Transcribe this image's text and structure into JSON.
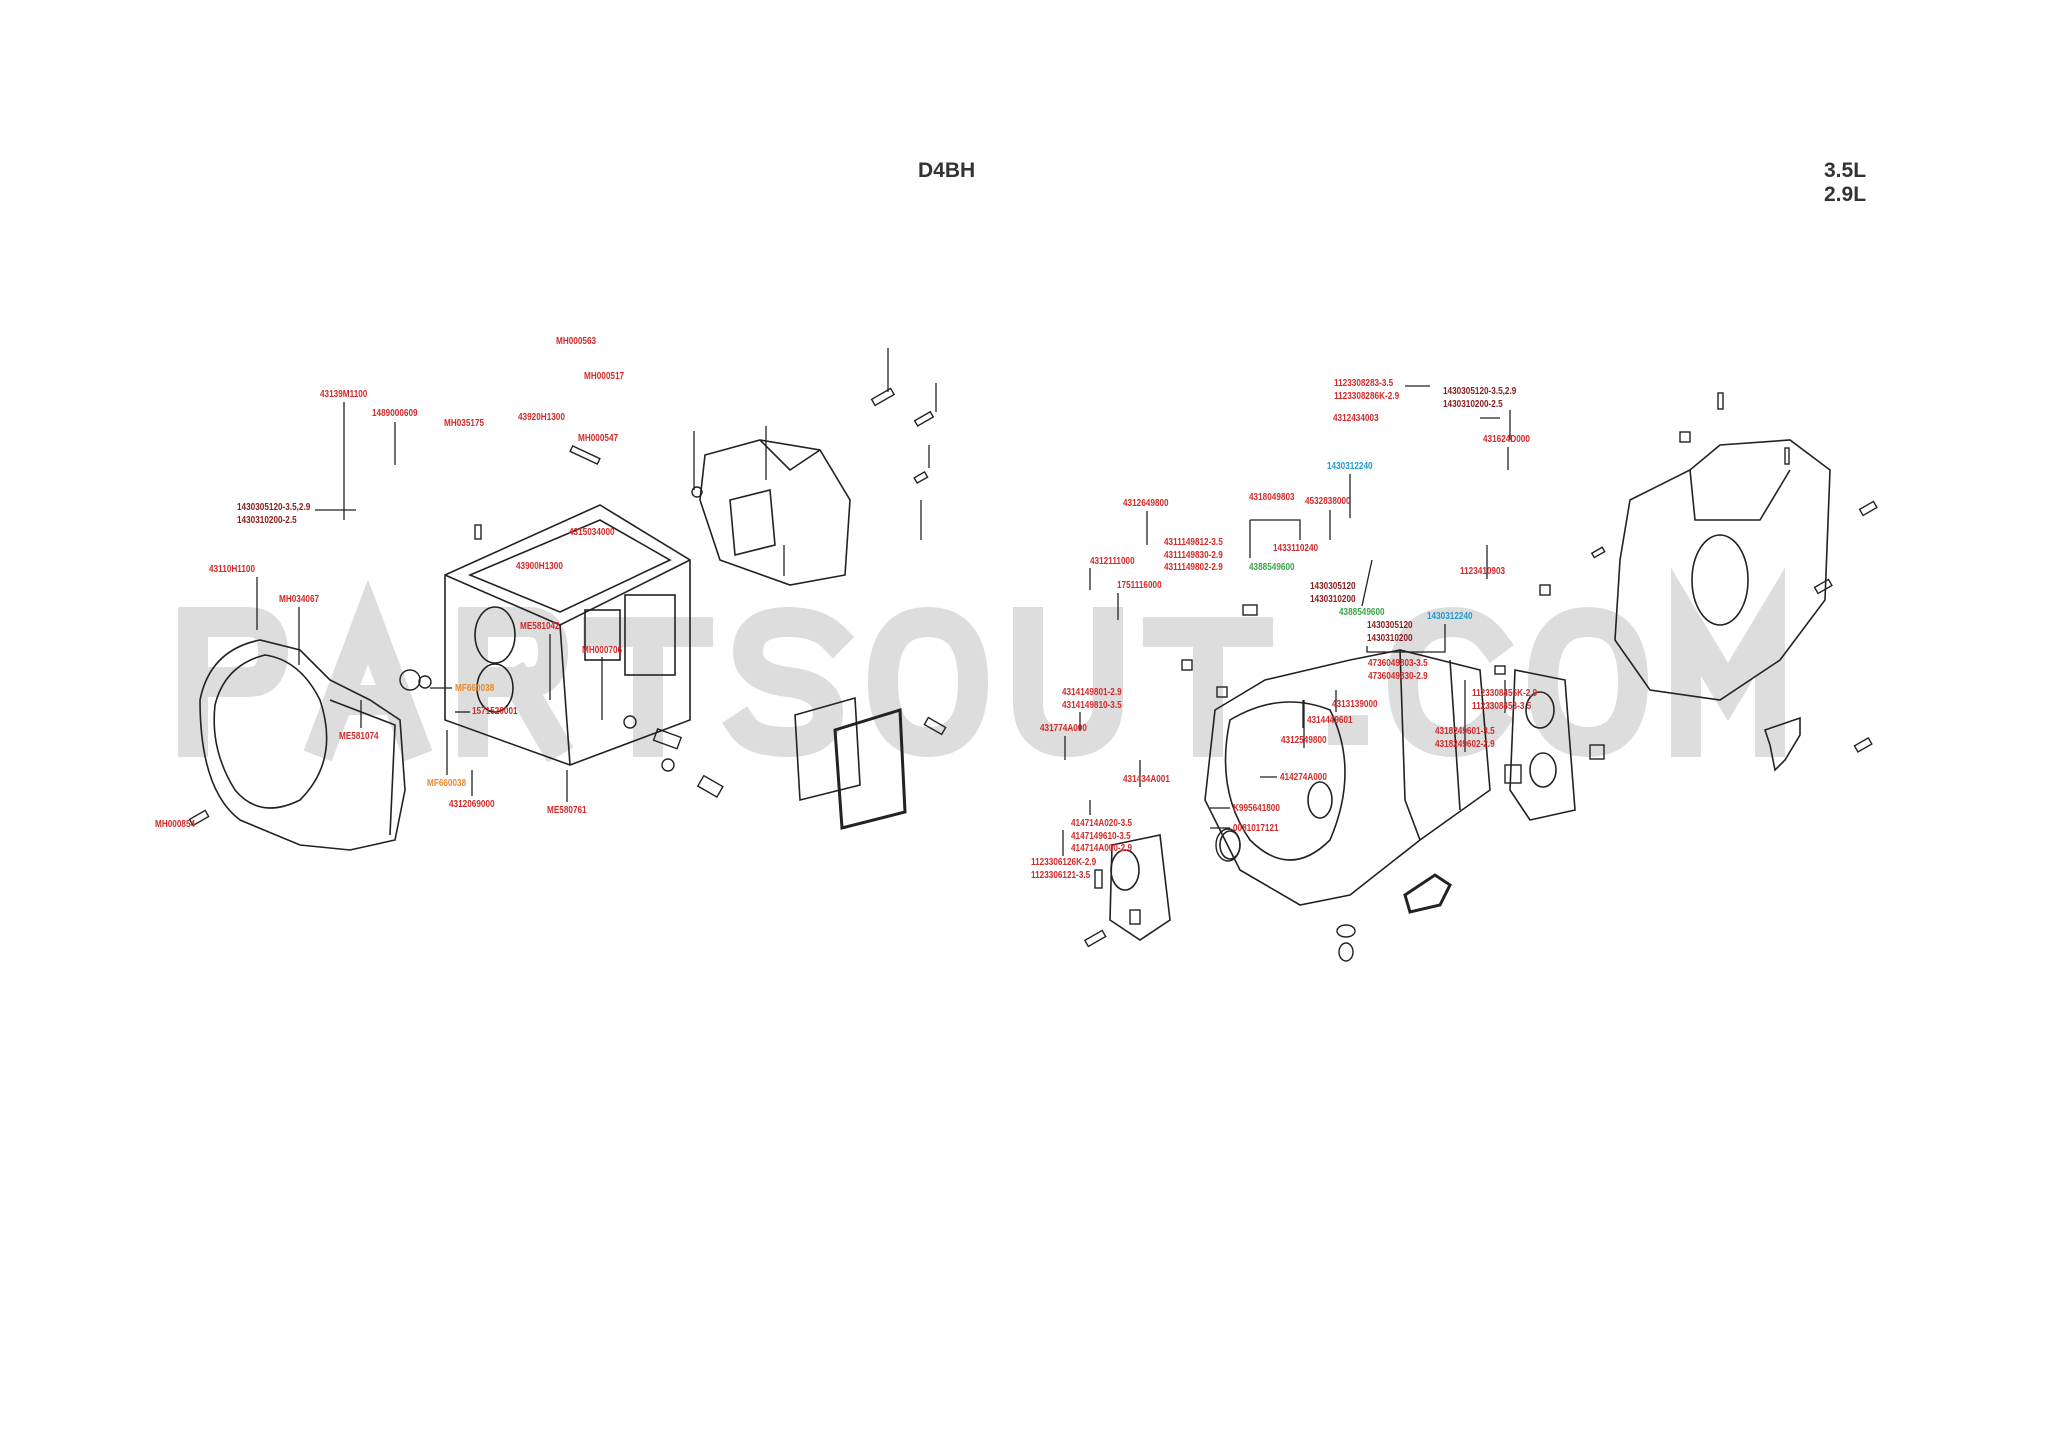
{
  "header": {
    "title": "D4BH",
    "variants": [
      "3.5L",
      "2.9L"
    ]
  },
  "watermark": "PARTSOUT.COM",
  "colors": {
    "red": "#d42a2a",
    "dark": "#8a1c1c",
    "orange": "#e8892b",
    "green": "#3aa648",
    "blue": "#1f9ad0"
  },
  "parts": [
    {
      "lines": [
        "MH000563"
      ],
      "color": "red"
    },
    {
      "lines": [
        "MH000517"
      ],
      "color": "red"
    },
    {
      "lines": [
        "43139M1100"
      ],
      "color": "red"
    },
    {
      "lines": [
        "1489000609"
      ],
      "color": "red"
    },
    {
      "lines": [
        "MH035175"
      ],
      "color": "red"
    },
    {
      "lines": [
        "43920H1300"
      ],
      "color": "red"
    },
    {
      "lines": [
        "MH000547"
      ],
      "color": "red"
    },
    {
      "lines": [
        "1430305120-3.5,2.9",
        "1430310200-2.5"
      ],
      "color": "dark"
    },
    {
      "lines": [
        "4315034000"
      ],
      "color": "red"
    },
    {
      "lines": [
        "43900H1300"
      ],
      "color": "red"
    },
    {
      "lines": [
        "43110H1100"
      ],
      "color": "red"
    },
    {
      "lines": [
        "MH034067"
      ],
      "color": "red"
    },
    {
      "lines": [
        "ME581042"
      ],
      "color": "red"
    },
    {
      "lines": [
        "MH000706"
      ],
      "color": "red"
    },
    {
      "lines": [
        "MF660038"
      ],
      "color": "orange"
    },
    {
      "lines": [
        "1571520001"
      ],
      "color": "red"
    },
    {
      "lines": [
        "ME581074"
      ],
      "color": "red"
    },
    {
      "lines": [
        "MF660038"
      ],
      "color": "orange"
    },
    {
      "lines": [
        "4312069000"
      ],
      "color": "red"
    },
    {
      "lines": [
        "ME580761"
      ],
      "color": "red"
    },
    {
      "lines": [
        "MH000854"
      ],
      "color": "red"
    },
    {
      "lines": [
        "1123308283-3.5",
        "1123308286K-2.9"
      ],
      "color": "red"
    },
    {
      "lines": [
        "1430305120-3.5,2.9",
        "1430310200-2.5"
      ],
      "color": "dark"
    },
    {
      "lines": [
        "4312434003"
      ],
      "color": "red"
    },
    {
      "lines": [
        "431624D000"
      ],
      "color": "red"
    },
    {
      "lines": [
        "1430312240"
      ],
      "color": "blue"
    },
    {
      "lines": [
        "4312649800"
      ],
      "color": "red"
    },
    {
      "lines": [
        "4318049803"
      ],
      "color": "red"
    },
    {
      "lines": [
        "4532838000"
      ],
      "color": "red"
    },
    {
      "lines": [
        "1433110240"
      ],
      "color": "red"
    },
    {
      "lines": [
        "4311149812-3.5",
        "4311149830-2.9",
        "4311149802-2.9"
      ],
      "color": "red"
    },
    {
      "lines": [
        "4312111000"
      ],
      "color": "red"
    },
    {
      "lines": [
        "4388549600"
      ],
      "color": "green"
    },
    {
      "lines": [
        "1751116000"
      ],
      "color": "red"
    },
    {
      "lines": [
        "1123410903"
      ],
      "color": "red"
    },
    {
      "lines": [
        "1430305120",
        "1430310200"
      ],
      "color": "dark"
    },
    {
      "lines": [
        "4388549600"
      ],
      "color": "green"
    },
    {
      "lines": [
        "1430305120",
        "1430310200"
      ],
      "color": "dark"
    },
    {
      "lines": [
        "1430312240"
      ],
      "color": "blue"
    },
    {
      "lines": [
        "4736049803-3.5",
        "4736049830-2.9"
      ],
      "color": "red"
    },
    {
      "lines": [
        "4314149801-2.9",
        "4314149810-3.5"
      ],
      "color": "red"
    },
    {
      "lines": [
        "4313139000"
      ],
      "color": "red"
    },
    {
      "lines": [
        "1123308456K-2.9",
        "1123308453-3.5"
      ],
      "color": "red"
    },
    {
      "lines": [
        "431774A000"
      ],
      "color": "red"
    },
    {
      "lines": [
        "4314449601"
      ],
      "color": "red"
    },
    {
      "lines": [
        "4318249601-3.5",
        "4318249602-2.9"
      ],
      "color": "red"
    },
    {
      "lines": [
        "4312549800"
      ],
      "color": "red"
    },
    {
      "lines": [
        "431434A001"
      ],
      "color": "red"
    },
    {
      "lines": [
        "414274A000"
      ],
      "color": "red"
    },
    {
      "lines": [
        "K995641800"
      ],
      "color": "red"
    },
    {
      "lines": [
        "0081017121"
      ],
      "color": "red"
    },
    {
      "lines": [
        "414714A020-3.5",
        "4147149610-3.5",
        "414714A000-2.9"
      ],
      "color": "red"
    },
    {
      "lines": [
        "1123306126K-2.9",
        "1123306121-3.5"
      ],
      "color": "red"
    }
  ]
}
